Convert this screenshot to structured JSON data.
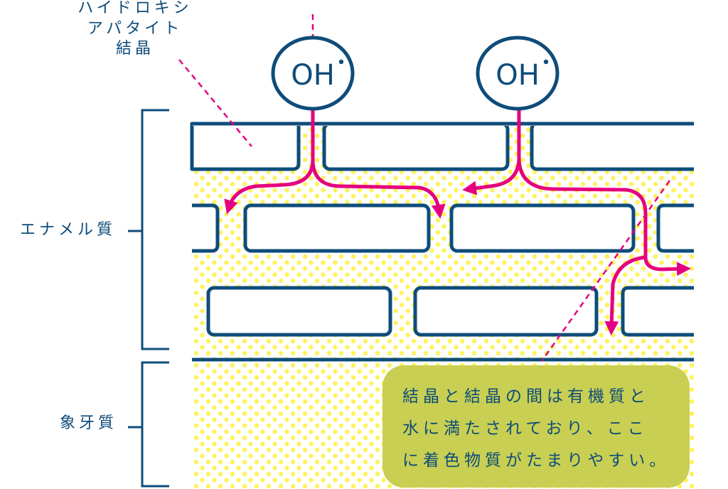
{
  "labels": {
    "crystal": [
      "ハイドロキシ",
      "アパタイト",
      "結晶"
    ],
    "enamel": "エナメル質",
    "dentin": "象牙質"
  },
  "radicals": [
    {
      "text": "OH"
    },
    {
      "text": "OH"
    }
  ],
  "note": {
    "lines": [
      "結晶と結晶の間は有機質と",
      "水に満たされており、ここ",
      "に着色物質がたまりやすい。"
    ]
  },
  "colors": {
    "navy": "#0e4c7a",
    "magenta": "#e4007f",
    "dot_yellow": "#fff25c",
    "note_bg": "#c8cf52"
  }
}
